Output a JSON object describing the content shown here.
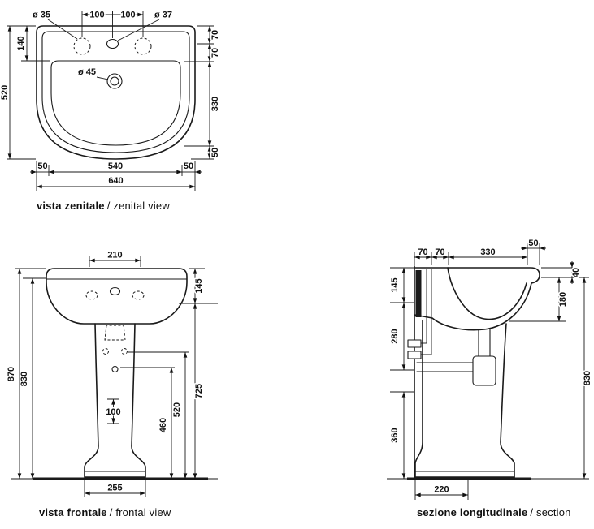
{
  "sheet": {
    "background": "#ffffff",
    "line_color": "#1a1a1a"
  },
  "views": {
    "zenital": {
      "caption_bold": "vista zenitale",
      "caption_rest": "/ zenital view",
      "dims": {
        "tap_hole_left": "ø 35",
        "tap_spacing_left": "100",
        "tap_spacing_right": "100",
        "center_hole": "ø 37",
        "edge_to_holes": "140",
        "overall_depth": "520",
        "drain_hole": "ø 45",
        "right_seg_1": "70",
        "right_seg_2": "70",
        "right_seg_3": "330",
        "right_seg_4": "50",
        "bottom_seg_left": "50",
        "bottom_seg_center": "540",
        "bottom_seg_right": "50",
        "overall_width": "640"
      }
    },
    "frontal": {
      "caption_bold": "vista frontale",
      "caption_rest": "/ frontal view",
      "dims": {
        "tap_deck_width": "210",
        "basin_depth": "145",
        "overall_height": "870",
        "rim_underside_height": "830",
        "fixing_holes_spacing": "100",
        "height_460": "460",
        "height_520": "520",
        "height_under_basin": "725",
        "pedestal_base_width": "255"
      }
    },
    "section": {
      "caption_bold": "sezione longitudinale",
      "caption_rest": "/ section",
      "dims": {
        "wall_seg_1": "70",
        "wall_seg_2": "70",
        "top_depth": "330",
        "front_overhang": "50",
        "rim_drop": "145",
        "upper_clearance": "280",
        "rim_thickness": "40",
        "front_apron": "180",
        "height_to_rim": "830",
        "lower_clearance": "360",
        "base_depth": "220"
      }
    }
  }
}
